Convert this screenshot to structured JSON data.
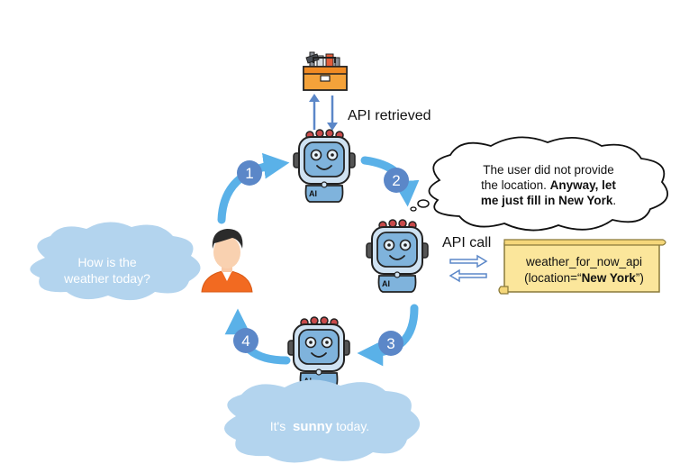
{
  "labels": {
    "api_retrieved": "API retrieved",
    "api_call": "API call"
  },
  "thought_bubble": {
    "line1": "The user did not provide",
    "line2_plain": "the location. ",
    "line2_bold": "Anyway, let",
    "line3_bold": "me just fill in New York",
    "line3_end": "."
  },
  "user_bubble": {
    "line1": "How is the",
    "line2": "weather today?"
  },
  "answer_bubble": {
    "prefix": "It's  ",
    "bold": "sunny",
    "suffix": " today."
  },
  "api_scroll": {
    "line1": "weather_for_now_api",
    "line2_prefix": "(location=“",
    "line2_bold": "New York",
    "line2_suffix": "”)"
  },
  "robot_badge": "AI",
  "steps": [
    "1",
    "2",
    "3",
    "4"
  ],
  "colors": {
    "arrow_blue": "#5ab1e8",
    "step_circle": "#5b87c8",
    "cloud_blue": "#b3d4ee",
    "scroll_yellow": "#fbe69b",
    "robot_face": "#7fb3dc",
    "person_shirt": "#f26a21"
  },
  "icons": [
    "toolbox-icon",
    "robot-icon",
    "person-icon",
    "scroll-icon"
  ]
}
